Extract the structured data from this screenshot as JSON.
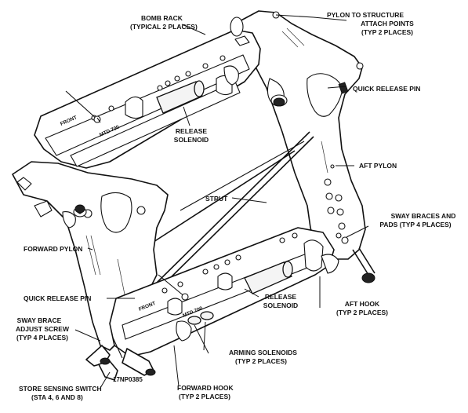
{
  "labels": {
    "bomb_rack": [
      "BOMB RACK",
      "(TYPICAL 2 PLACES)"
    ],
    "pylon_attach": [
      "PYLON TO STRUCTURE",
      "ATTACH POINTS",
      "(TYP 2 PLACES)"
    ],
    "quick_release_pin_top": [
      "QUICK RELEASE PIN"
    ],
    "release_solenoid_top": [
      "RELEASE",
      "SOLENOID"
    ],
    "aft_pylon": [
      "AFT PYLON"
    ],
    "strut": [
      "STRUT"
    ],
    "sway_braces_pads": [
      "SWAY BRACES AND",
      "PADS (TYP 4 PLACES)"
    ],
    "forward_pylon": [
      "FORWARD PYLON"
    ],
    "quick_release_pin_bottom": [
      "QUICK RELEASE PIN"
    ],
    "aft_hook": [
      "AFT  HOOK",
      "(TYP 2 PLACES)"
    ],
    "release_solenoid_bottom": [
      "RELEASE",
      "SOLENOID"
    ],
    "sway_brace_adjust": [
      "SWAY BRACE",
      "ADJUST SCREW",
      "(TYP 4 PLACES)"
    ],
    "arming_solenoids": [
      "ARMING SOLENOIDS",
      "(TYP 2 PLACES)"
    ],
    "store_sensing_switch": [
      "STORE SENSING SWITCH",
      "(STA 4, 6 AND 8)"
    ],
    "forward_hook": [
      "FORWARD HOOK",
      "(TYP 2 PLACES)"
    ]
  },
  "figure_code": "17NP0385",
  "stencils": {
    "front_top": "FRONT",
    "front_bottom": "FRONT",
    "mtd_top": "MTD 700",
    "mtd_bottom": "MTD 700"
  }
}
